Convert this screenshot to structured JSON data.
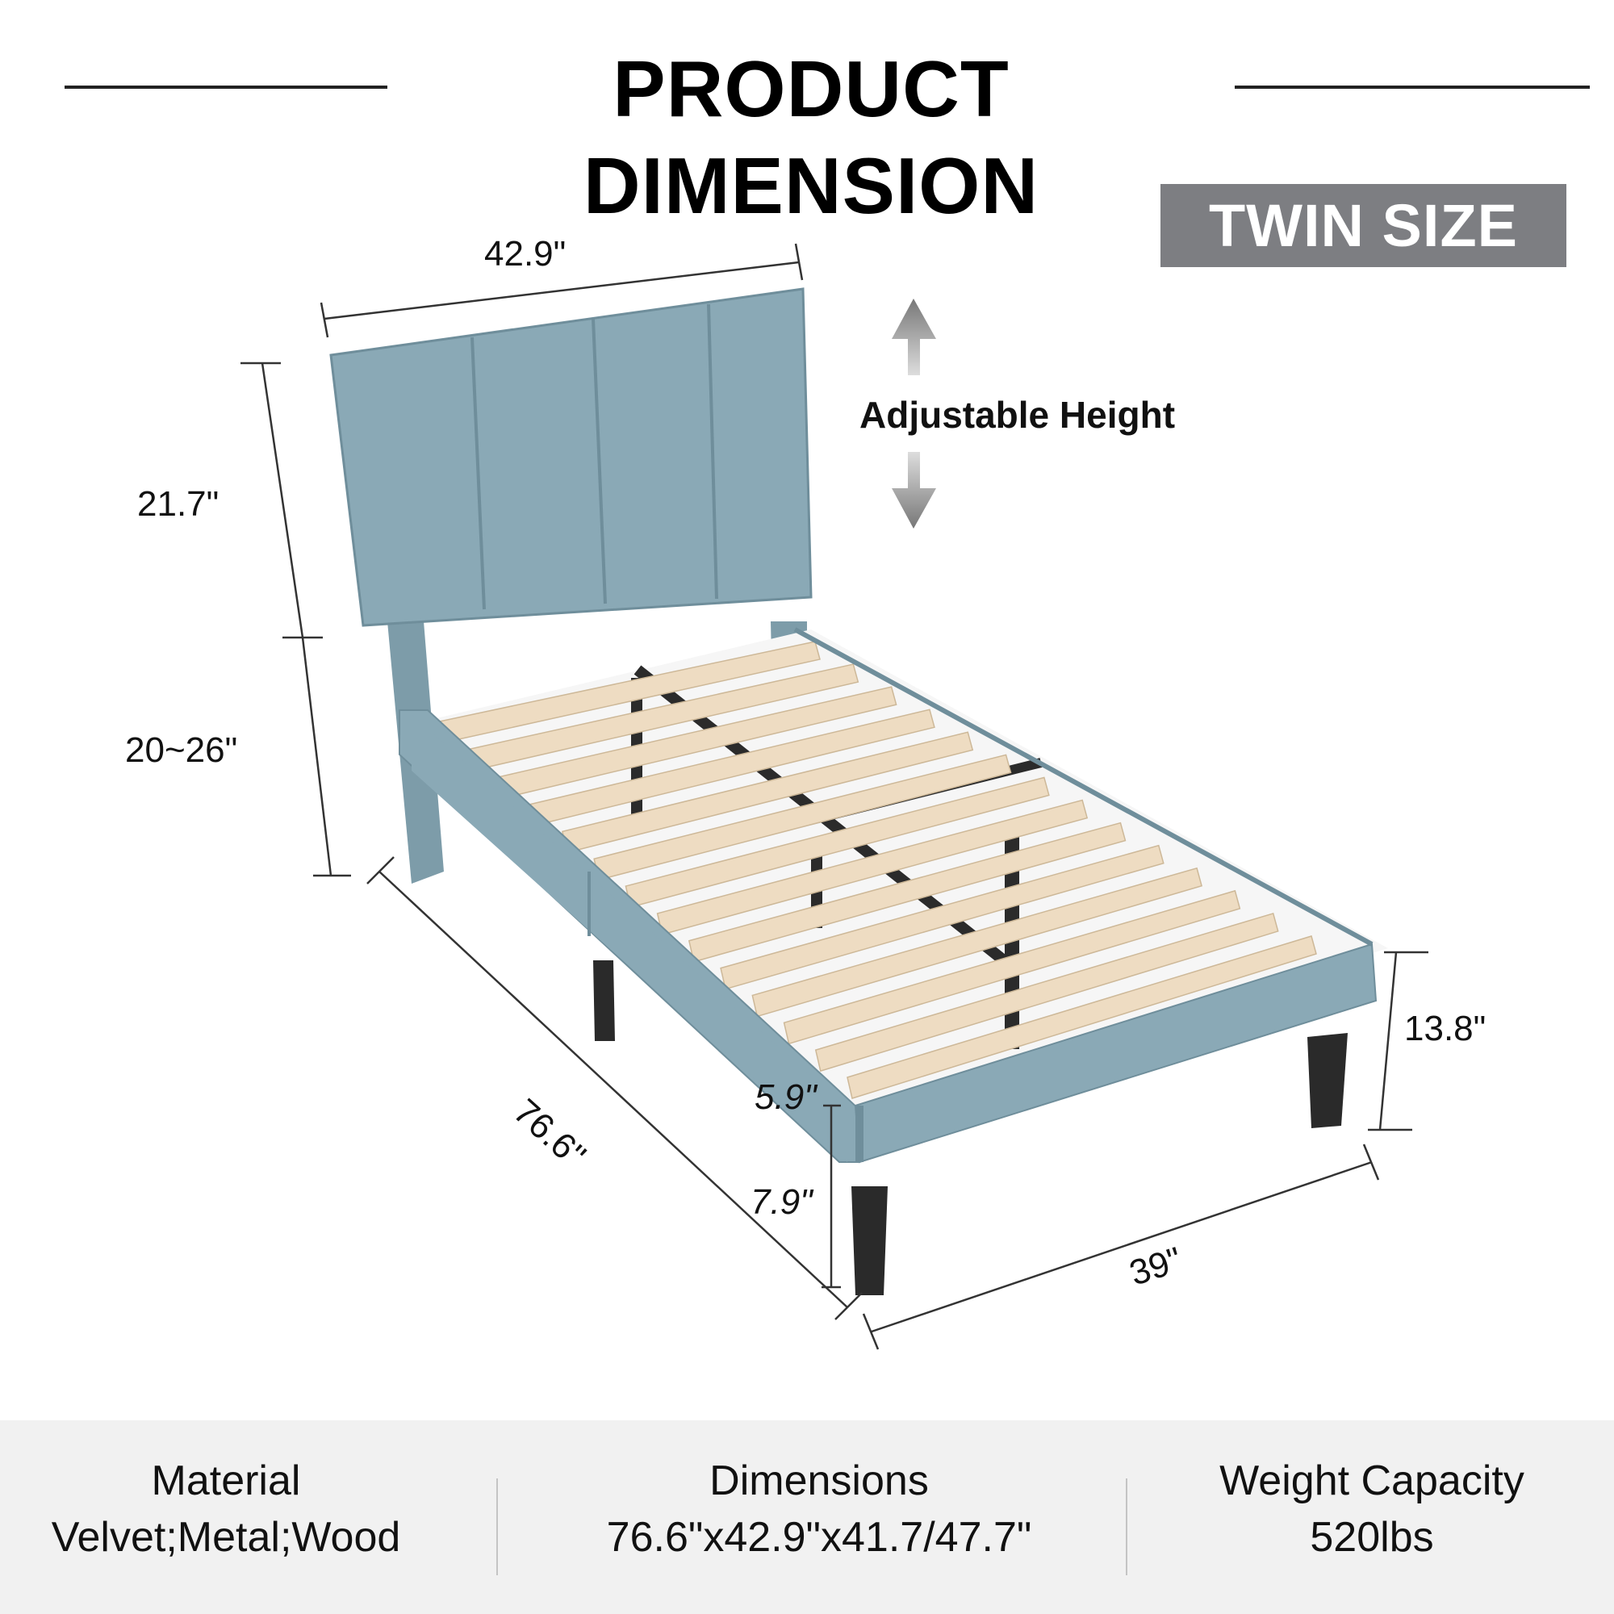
{
  "header": {
    "title": "PRODUCT DIMENSION"
  },
  "badge": {
    "label": "TWIN SIZE"
  },
  "annotations": {
    "adjustable": "Adjustable Height",
    "width_top": "42.9\"",
    "headboard_height": "21.7\"",
    "leg_range": "20~26\"",
    "length": "76.6\"",
    "side_height": "5.9\"",
    "leg_height": "7.9\"",
    "total_height": "13.8\"",
    "width_bottom": "39\""
  },
  "specs": [
    {
      "label": "Material",
      "value": "Velvet;Metal;Wood"
    },
    {
      "label": "Dimensions",
      "value": "76.6\"x42.9\"x41.7/47.7\""
    },
    {
      "label": "Weight Capacity",
      "value": "520lbs"
    }
  ],
  "colors": {
    "velvet": "#8aa9b6",
    "velvet_dark": "#6f8e9b",
    "slat": "#eedcc2",
    "metal": "#2b2b2b",
    "badge_bg": "#7d7e82",
    "footer_bg": "#f1f1f1"
  }
}
